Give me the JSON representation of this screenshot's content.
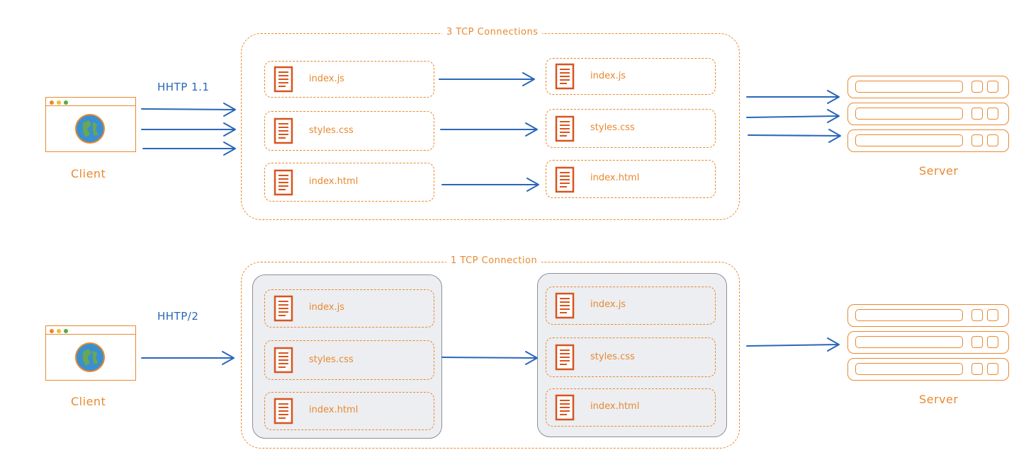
{
  "colors": {
    "accent": "#e8892f",
    "arrow": "#2a66b8",
    "file_icon": "#d9541e",
    "panel": "#eceef1"
  },
  "http1": {
    "protocol_label": "HHTP 1.1",
    "group_label": "3 TCP Connections",
    "client_label": "Client",
    "server_label": "Server",
    "client_files": [
      "index.js",
      "styles.css",
      "index.html"
    ],
    "server_files": [
      "index.js",
      "styles.css",
      "index.html"
    ]
  },
  "http2": {
    "protocol_label": "HHTP/2",
    "group_label": "1 TCP Connection",
    "client_label": "Client",
    "server_label": "Server",
    "client_files": [
      "index.js",
      "styles.css",
      "index.html"
    ],
    "server_files": [
      "index.js",
      "styles.css",
      "index.html"
    ]
  }
}
